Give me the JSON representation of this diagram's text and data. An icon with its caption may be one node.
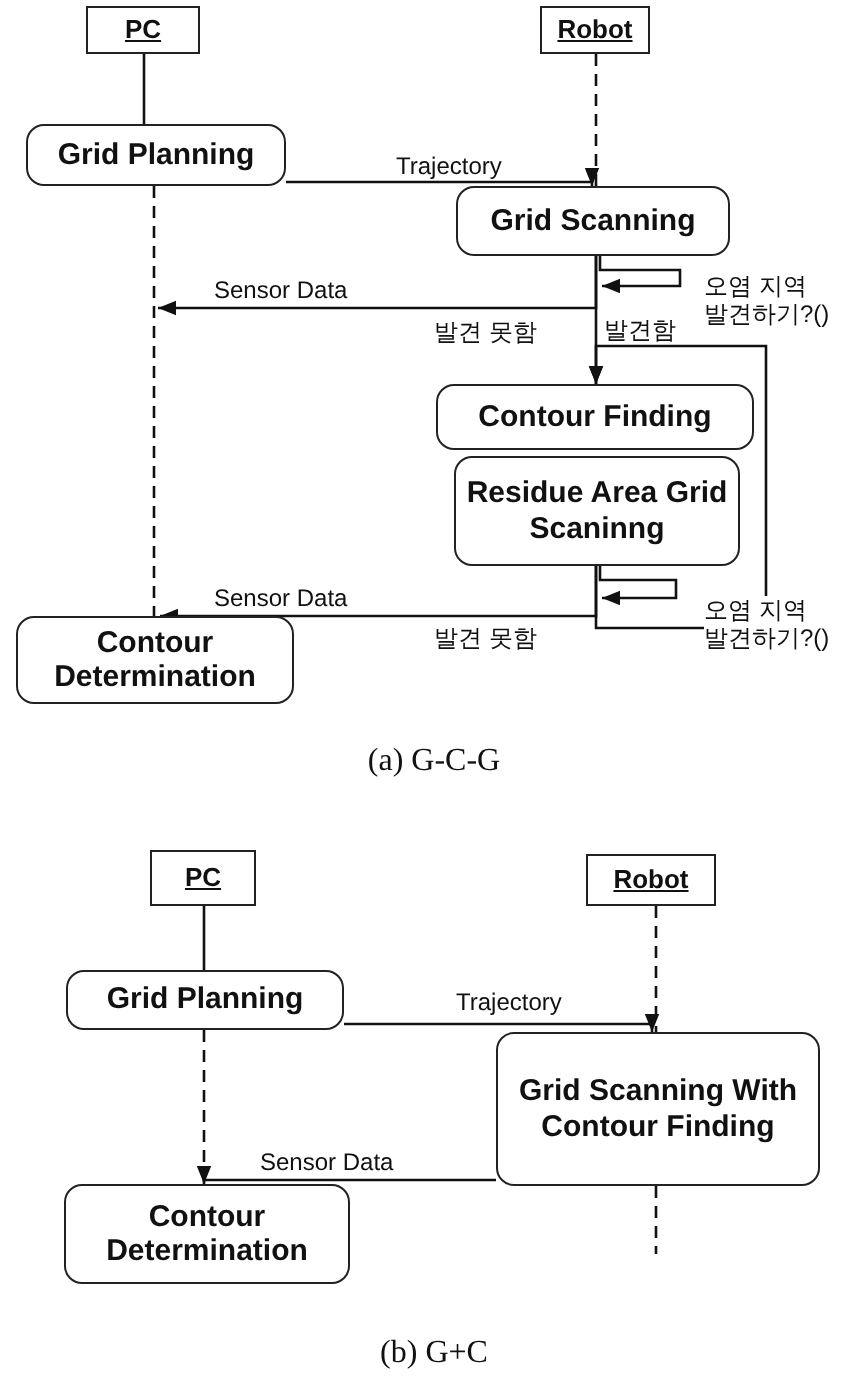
{
  "diagram": {
    "nodes": [
      {
        "text": [
          "PC"
        ]
      },
      {
        "text": [
          "Robot"
        ]
      },
      {
        "text": [
          "Grid Planning"
        ]
      },
      {
        "text": [
          "Grid Scanning"
        ]
      },
      {
        "text": [
          "Contour Finding"
        ]
      },
      {
        "text": [
          "Residue Area Grid Scaninng"
        ]
      },
      {
        "text": [
          "Contour Determination"
        ]
      },
      {
        "text": [
          "PC"
        ]
      },
      {
        "text": [
          "Robot"
        ]
      },
      {
        "text": [
          "Grid Planning"
        ]
      },
      {
        "text": [
          "Grid Scanning With Contour Finding"
        ]
      },
      {
        "text": [
          "Contour Determination"
        ]
      }
    ],
    "edges": [
      {
        "from": 0,
        "to": 2,
        "arrow": "none"
      },
      {
        "from": 1,
        "to": 3,
        "arrow": "none",
        "style": "dashed"
      },
      {
        "from": 2,
        "to": 6,
        "arrow": "none",
        "style": "dashed"
      },
      {
        "from": 2,
        "to": 3,
        "arrow": "to",
        "label": "Trajectory"
      },
      {
        "from": 3,
        "to": 3,
        "arrow": "to",
        "label": "오염 지역 발견하기?()"
      },
      {
        "from": 3,
        "to": null,
        "arrow": "to",
        "label": "Sensor Data"
      },
      {
        "from": 3,
        "to": 4,
        "arrow": "to",
        "label": "발견함"
      },
      {
        "from": 5,
        "to": 5,
        "arrow": "to",
        "label": "오염 지역 발견하기?()"
      },
      {
        "from": 5,
        "to": 6,
        "arrow": "to",
        "label": "Sensor Data"
      },
      {
        "from": 5,
        "to": 4,
        "arrow": "to"
      },
      {
        "from": 7,
        "to": 9,
        "arrow": "none"
      },
      {
        "from": 8,
        "to": 10,
        "arrow": "none",
        "style": "dashed"
      },
      {
        "from": 9,
        "to": 11,
        "arrow": "none",
        "style": "dashed"
      },
      {
        "from": 9,
        "to": 10,
        "arrow": "to",
        "label": "Trajectory"
      },
      {
        "from": 10,
        "to": 11,
        "arrow": "to",
        "label": "Sensor Data"
      },
      {
        "from": 10,
        "to": null,
        "arrow": "none",
        "style": "dashed"
      }
    ],
    "labels": [
      "발견 못함",
      "발견 못함",
      "(a) G-C-G",
      "(b) G+C"
    ]
  }
}
